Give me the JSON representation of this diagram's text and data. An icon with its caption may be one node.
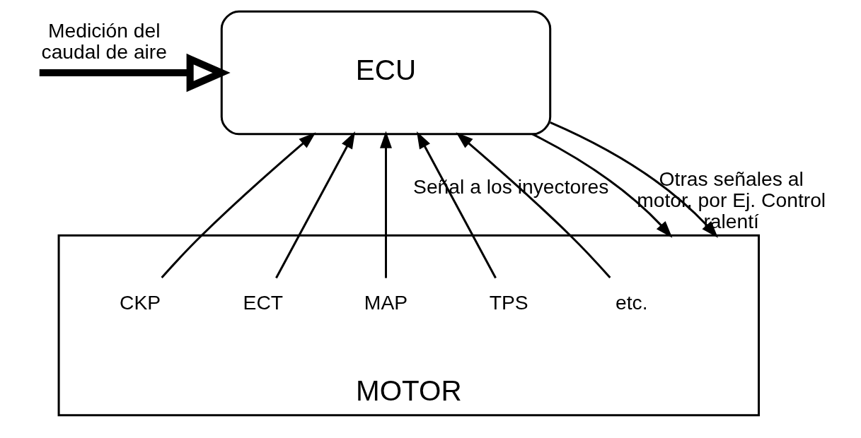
{
  "diagram": {
    "nodes": [
      {
        "text": [
          "ECU"
        ]
      },
      {
        "text": [
          "MOTOR"
        ]
      },
      {
        "text": [
          "CKP"
        ],
        "in": 1
      },
      {
        "text": [
          "ECT"
        ],
        "in": 1
      },
      {
        "text": [
          "MAP"
        ],
        "in": 1
      },
      {
        "text": [
          "TPS"
        ],
        "in": 1
      },
      {
        "text": [
          "etc."
        ],
        "in": 1
      }
    ],
    "edges": [
      {
        "from": null,
        "to": 0,
        "arrow": "to",
        "style": "thick",
        "label": "Medición del caudal de aire"
      },
      {
        "from": 2,
        "to": 0,
        "arrow": "to"
      },
      {
        "from": 3,
        "to": 0,
        "arrow": "to"
      },
      {
        "from": 4,
        "to": 0,
        "arrow": "to"
      },
      {
        "from": 5,
        "to": 0,
        "arrow": "to"
      },
      {
        "from": 6,
        "to": 0,
        "arrow": "to"
      },
      {
        "from": 0,
        "to": 1,
        "arrow": "to",
        "label": "Señal a los inyectores"
      },
      {
        "from": 0,
        "to": 1,
        "arrow": "to",
        "label": "Otras señales al motor, por Ej. Control ralentí"
      }
    ]
  }
}
